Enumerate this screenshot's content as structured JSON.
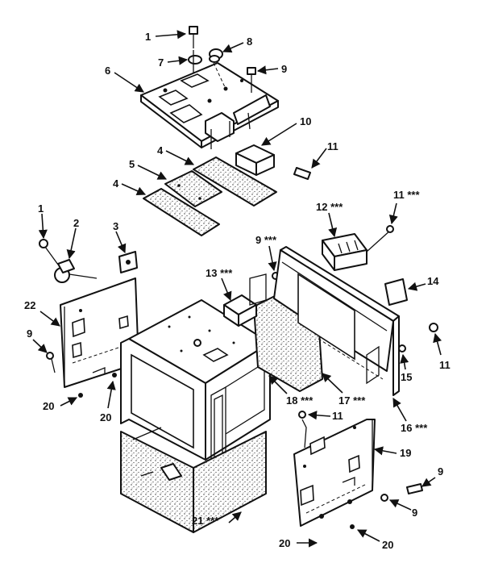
{
  "callouts": [
    {
      "id": "c1a",
      "text": "1"
    },
    {
      "id": "c7",
      "text": "7"
    },
    {
      "id": "c8",
      "text": "8"
    },
    {
      "id": "c6",
      "text": "6"
    },
    {
      "id": "c9a",
      "text": "9"
    },
    {
      "id": "c10",
      "text": "10"
    },
    {
      "id": "c4a",
      "text": "4"
    },
    {
      "id": "c11a",
      "text": "11"
    },
    {
      "id": "c5",
      "text": "5"
    },
    {
      "id": "c4b",
      "text": "4"
    },
    {
      "id": "c12",
      "text": "12 ***"
    },
    {
      "id": "c11b",
      "text": "11 ***"
    },
    {
      "id": "c1b",
      "text": "1"
    },
    {
      "id": "c2",
      "text": "2"
    },
    {
      "id": "c3",
      "text": "3"
    },
    {
      "id": "c9b",
      "text": "9 ***"
    },
    {
      "id": "c13",
      "text": "13 ***"
    },
    {
      "id": "c14",
      "text": "14"
    },
    {
      "id": "c22",
      "text": "22"
    },
    {
      "id": "c9c",
      "text": "9"
    },
    {
      "id": "c11c",
      "text": "11"
    },
    {
      "id": "c15",
      "text": "15"
    },
    {
      "id": "c18",
      "text": "18 ***"
    },
    {
      "id": "c17",
      "text": "17 ***"
    },
    {
      "id": "c16",
      "text": "16 ***"
    },
    {
      "id": "c20a",
      "text": "20"
    },
    {
      "id": "c20b",
      "text": "20"
    },
    {
      "id": "c11d",
      "text": "11"
    },
    {
      "id": "c19",
      "text": "19"
    },
    {
      "id": "c9d",
      "text": "9"
    },
    {
      "id": "c9e",
      "text": "9"
    },
    {
      "id": "c21",
      "text": "21 ***"
    },
    {
      "id": "c20c",
      "text": "20"
    },
    {
      "id": "c20d",
      "text": "20"
    }
  ]
}
